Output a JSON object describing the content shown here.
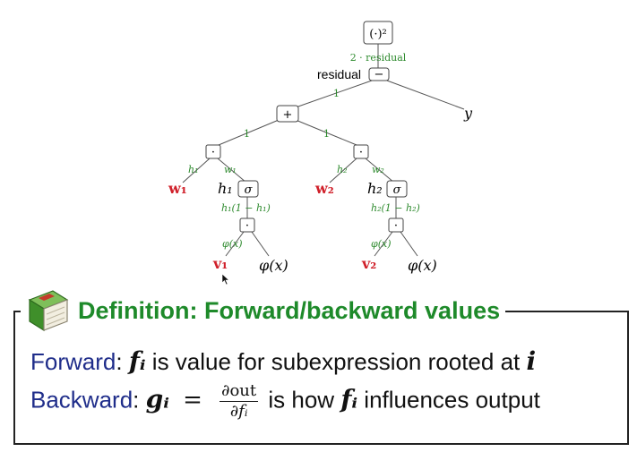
{
  "tree": {
    "nodes": {
      "square": "(·)²",
      "minus": "−",
      "plus": "+",
      "dot": "·",
      "sigma": "σ"
    },
    "labels": {
      "residual": "residual",
      "y": "y",
      "w1": "w₁",
      "w2": "w₂",
      "h1": "h₁",
      "h2": "h₂",
      "v1": "v₁",
      "v2": "v₂",
      "phi": "φ(x)"
    },
    "edge_labels": {
      "two_residual": "2 · residual",
      "one": "1",
      "h1": "h₁",
      "w1": "w₁",
      "h2": "h₂",
      "w2": "w₂",
      "h1_deriv": "h₁(1 − h₁)",
      "h2_deriv": "h₂(1 − h₂)",
      "phi": "φ(x)"
    }
  },
  "definition": {
    "title": "Definition: Forward/backward values",
    "forward_label": "Forward",
    "forward_sym": "fᵢ",
    "forward_text": "is value for subexpression rooted at",
    "forward_i": "i",
    "backward_label": "Backward",
    "backward_sym": "gᵢ",
    "eq": "=",
    "frac_num": "∂out",
    "frac_den": "∂fᵢ",
    "backward_text1": "is how",
    "backward_sym2": "fᵢ",
    "backward_text2": "influences output"
  },
  "colors": {
    "green": "#2d8a2d",
    "red": "#d0202a",
    "blue": "#1f2d8a"
  },
  "icons": [
    "book-icon",
    "cursor-icon"
  ]
}
